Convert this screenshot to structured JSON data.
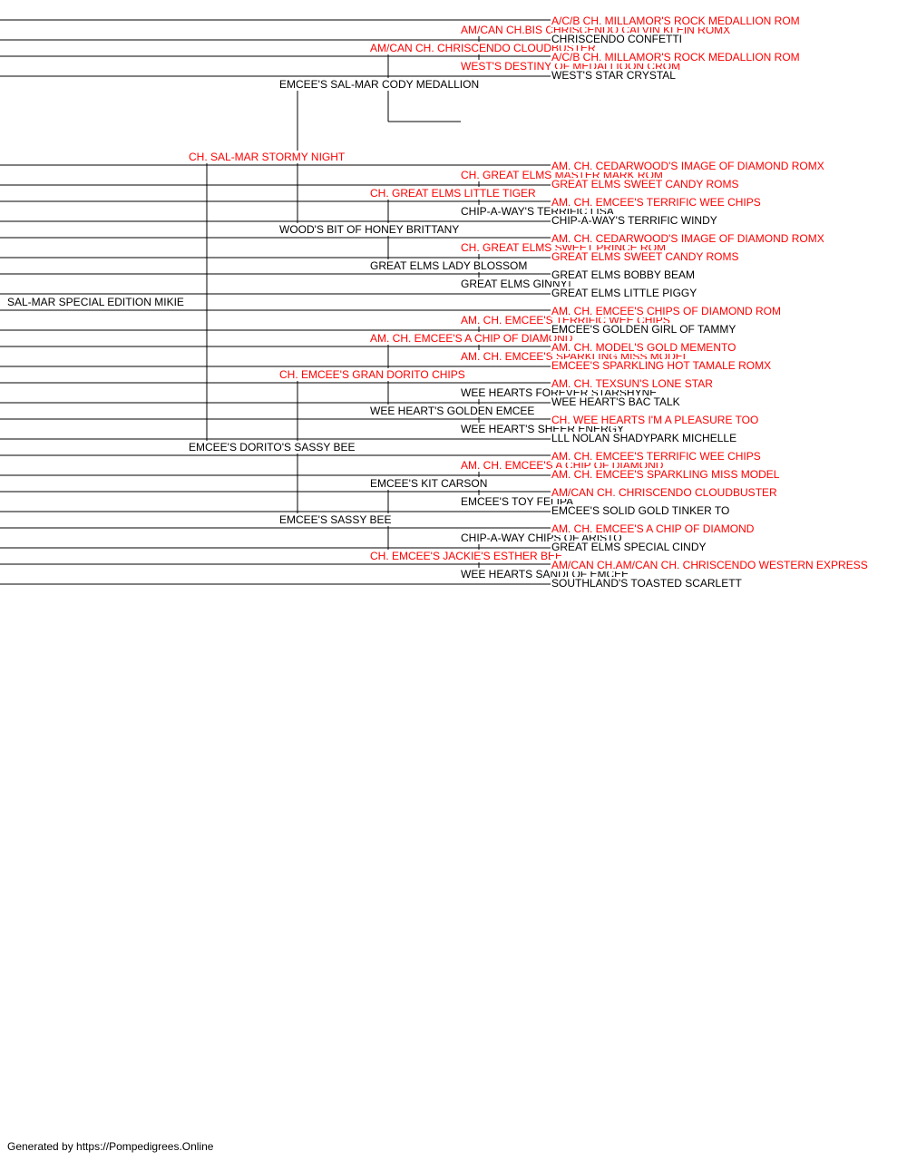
{
  "colors": {
    "champion": "#ff0000",
    "regular": "#000000",
    "line": "#000000",
    "background": "#ffffff"
  },
  "dog": {
    "name": "SAL-MAR SPECIAL EDITION MIKIE",
    "champion": false,
    "sire": {
      "name": "CH. SAL-MAR STORMY NIGHT",
      "champion": true,
      "sire": {
        "name": "EMCEE'S SAL-MAR CODY MEDALLION",
        "champion": false,
        "sire": {
          "name": "AM/CAN CH. CHRISCENDO CLOUDBUSTER",
          "champion": true,
          "sire": {
            "name": "AM/CAN CH.BIS CHRISCENDO CALVIN KLEIN ROMX",
            "champion": true,
            "sire": {
              "name": "A/C/B CH. MILLAMOR'S ROCK MEDALLION ROM",
              "champion": true
            },
            "dam": {
              "name": "CHRISCENDO CONFETTI",
              "champion": false
            }
          },
          "dam": {
            "name": "WEST'S DESTINY OF MEDALLIOON CROM",
            "champion": true,
            "sire": {
              "name": "A/C/B CH. MILLAMOR'S ROCK MEDALLION ROM",
              "champion": true
            },
            "dam": {
              "name": "WEST'S STAR CRYSTAL",
              "champion": false
            }
          }
        }
      },
      "dam": {
        "name": "WOOD'S BIT OF HONEY BRITTANY",
        "champion": false,
        "sire": {
          "name": "CH. GREAT ELMS LITTLE TIGER",
          "champion": true,
          "sire": {
            "name": "CH. GREAT ELMS MASTER MARK ROM",
            "champion": true,
            "sire": {
              "name": "AM. CH. CEDARWOOD'S IMAGE OF DIAMOND ROMX",
              "champion": true
            },
            "dam": {
              "name": "GREAT ELMS SWEET CANDY ROMS",
              "champion": true
            }
          },
          "dam": {
            "name": "CHIP-A-WAY'S TERRIFIC LISA",
            "champion": false,
            "sire": {
              "name": "AM. CH. EMCEE'S TERRIFIC WEE CHIPS",
              "champion": true
            },
            "dam": {
              "name": "CHIP-A-WAY'S TERRIFIC WINDY",
              "champion": false
            }
          }
        },
        "dam": {
          "name": "GREAT ELMS LADY BLOSSOM",
          "champion": false,
          "sire": {
            "name": "CH. GREAT ELMS SWEET PRINCE ROM",
            "champion": true,
            "sire": {
              "name": "AM. CH. CEDARWOOD'S IMAGE OF DIAMOND ROMX",
              "champion": true
            },
            "dam": {
              "name": "GREAT ELMS SWEET CANDY ROMS",
              "champion": true
            }
          },
          "dam": {
            "name": "GREAT ELMS GINNY",
            "champion": false,
            "sire": {
              "name": "GREAT ELMS BOBBY BEAM",
              "champion": false
            },
            "dam": {
              "name": "GREAT ELMS LITTLE PIGGY",
              "champion": false
            }
          }
        }
      }
    },
    "dam": {
      "name": "EMCEE'S DORITO'S SASSY BEE",
      "champion": false,
      "sire": {
        "name": "CH. EMCEE'S GRAN DORITO CHIPS",
        "champion": true,
        "sire": {
          "name": "AM. CH. EMCEE'S A CHIP OF DIAMOND",
          "champion": true,
          "sire": {
            "name": "AM. CH. EMCEE'S TERRIFIC WEE CHIPS",
            "champion": true,
            "sire": {
              "name": "AM. CH. EMCEE'S CHIPS OF DIAMOND ROM",
              "champion": true
            },
            "dam": {
              "name": "EMCEE'S GOLDEN GIRL OF TAMMY",
              "champion": false
            }
          },
          "dam": {
            "name": "AM. CH. EMCEE'S SPARKLING MISS MODEL",
            "champion": true,
            "sire": {
              "name": "AM. CH. MODEL'S GOLD MEMENTO",
              "champion": true
            },
            "dam": {
              "name": "EMCEE'S SPARKLING HOT TAMALE ROMX",
              "champion": true
            }
          }
        },
        "dam": {
          "name": "WEE HEART'S GOLDEN EMCEE",
          "champion": false,
          "sire": {
            "name": "WEE HEARTS FOREVER STARSHYNE",
            "champion": false,
            "sire": {
              "name": "AM. CH. TEXSUN'S LONE STAR",
              "champion": true
            },
            "dam": {
              "name": "WEE HEART'S BAC TALK",
              "champion": false
            }
          },
          "dam": {
            "name": "WEE HEART'S SHEER ENERGY",
            "champion": false,
            "sire": {
              "name": "CH. WEE HEARTS I'M A PLEASURE TOO",
              "champion": true
            },
            "dam": {
              "name": "LLL NOLAN SHADYPARK MICHELLE",
              "champion": false
            }
          }
        }
      },
      "dam": {
        "name": "EMCEE'S SASSY BEE",
        "champion": false,
        "sire": {
          "name": "EMCEE'S KIT CARSON",
          "champion": false,
          "sire": {
            "name": "AM. CH. EMCEE'S A CHIP OF DIAMOND",
            "champion": true,
            "sire": {
              "name": "AM. CH. EMCEE'S TERRIFIC WEE CHIPS",
              "champion": true
            },
            "dam": {
              "name": "AM. CH. EMCEE'S SPARKLING MISS MODEL",
              "champion": true
            }
          },
          "dam": {
            "name": "EMCEE'S TOY FELIPA",
            "champion": false,
            "sire": {
              "name": "AM/CAN CH. CHRISCENDO CLOUDBUSTER",
              "champion": true
            },
            "dam": {
              "name": "EMCEE'S SOLID GOLD TINKER TO",
              "champion": false
            }
          }
        },
        "dam": {
          "name": "CH. EMCEE'S JACKIE'S ESTHER BEE",
          "champion": true,
          "sire": {
            "name": "CHIP-A-WAY CHIPS OF ARISTO",
            "champion": false,
            "sire": {
              "name": "AM. CH. EMCEE'S A CHIP OF DIAMOND",
              "champion": true
            },
            "dam": {
              "name": "GREAT ELMS SPECIAL CINDY",
              "champion": false
            }
          },
          "dam": {
            "name": "WEE HEARTS SANDI OF EMCEE",
            "champion": false,
            "sire": {
              "name": "AM/CAN CH.AM/CAN CH. CHRISCENDO WESTERN EXPRESS",
              "champion": true
            },
            "dam": {
              "name": "SOUTHLAND'S TOASTED SCARLETT",
              "champion": false
            }
          }
        }
      }
    }
  },
  "footer": {
    "text": "Generated by https://Pompedigrees.Online"
  }
}
